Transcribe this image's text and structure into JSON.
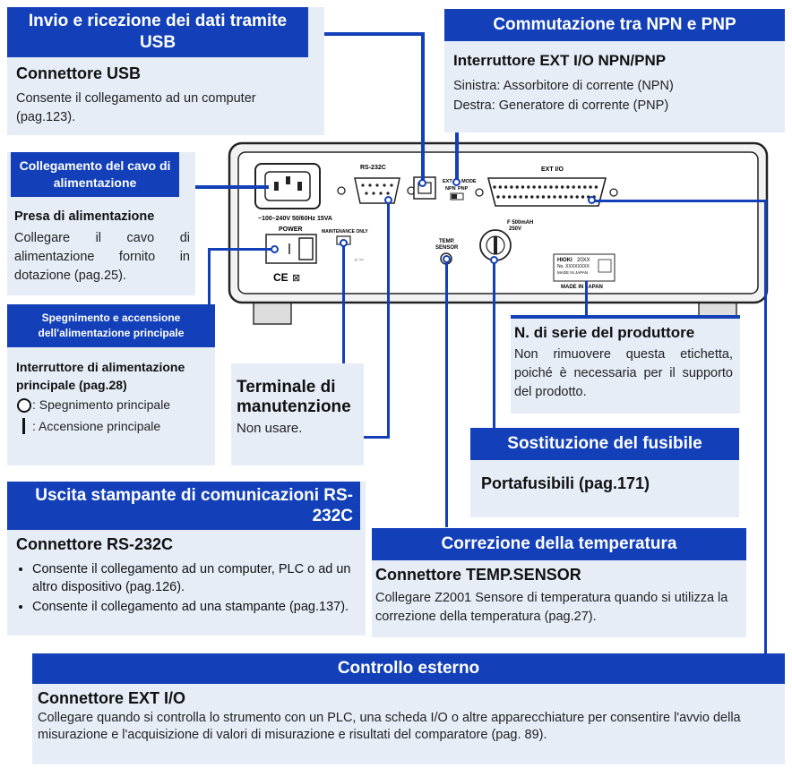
{
  "usb": {
    "title": "Invio e ricezione dei dati tramite USB",
    "subtitle": "Connettore USB",
    "text": "Consente il collegamento ad un computer (pag.123)."
  },
  "npn": {
    "title": "Commutazione tra NPN e PNP",
    "subtitle": "Interruttore EXT I/O NPN/PNP",
    "line1": "Sinistra: Assorbitore di corrente (NPN)",
    "line2": "Destra: Generatore di corrente (PNP)"
  },
  "power_cable": {
    "title": "Collegamento del cavo di alimentazione",
    "subtitle": "Presa di alimentazione",
    "text": "Collegare il cavo di alimentazione fornito in dotazione (pag.25)."
  },
  "main_power": {
    "title": "Spegnimento e accensione dell'alimentazione principale",
    "subtitle": "Interruttore di alimentazione principale (pag.28)",
    "off": ": Spegnimento principale",
    "on": ": Accensione principale"
  },
  "maintenance": {
    "title": "Terminale di manutenzione",
    "text": "Non usare."
  },
  "serial": {
    "title": "N. di serie del produttore",
    "text": "Non rimuovere questa etichetta, poiché è necessaria per il supporto del prodotto."
  },
  "fuse": {
    "title": "Sostituzione del fusibile",
    "subtitle": "Portafusibili (pag.171)"
  },
  "rs232": {
    "title": "Uscita stampante di comunicazioni RS-232C",
    "subtitle": "Connettore RS-232C",
    "bullets": [
      "Consente il collegamento ad un computer, PLC o ad un altro dispositivo (pag.126).",
      "Consente il collegamento ad una stampante (pag.137)."
    ]
  },
  "temp": {
    "title": "Correzione della temperatura",
    "subtitle": "Connettore TEMP.SENSOR",
    "text": "Collegare Z2001 Sensore di temperatura quando si utilizza la correzione della temperatura (pag.27)."
  },
  "ext": {
    "title": "Controllo esterno",
    "subtitle": "Connettore EXT I/O",
    "text": "Collegare quando si controlla lo strumento con un PLC, una scheda I/O o altre apparecchiature per consentire l'avvio della misurazione e l'acquisizione di valori di misurazione e risultati del comparatore (pag. 89)."
  },
  "panel_labels": {
    "rs232c": "RS-232C",
    "ext_io": "EXT I/O",
    "ext_io_mode": "EXT I/O MODE",
    "npn": "NPN",
    "pnp": "PNP",
    "power": "POWER",
    "maintenance_only": "MAINTENANCE ONLY",
    "temp_sensor_1": "TEMP.",
    "temp_sensor_2": "SENSOR",
    "voltage": "~100–240V  50/60Hz  15VA",
    "fuse_rating_1": "F 500mAH",
    "fuse_rating_2": "250V",
    "brand": "HIOKI",
    "model": "20XX",
    "serial_no": "No. XXXXXXXX",
    "made_in_japan_small": "MADE IN JAPAN",
    "made_in_japan": "MADE IN JAPAN"
  }
}
